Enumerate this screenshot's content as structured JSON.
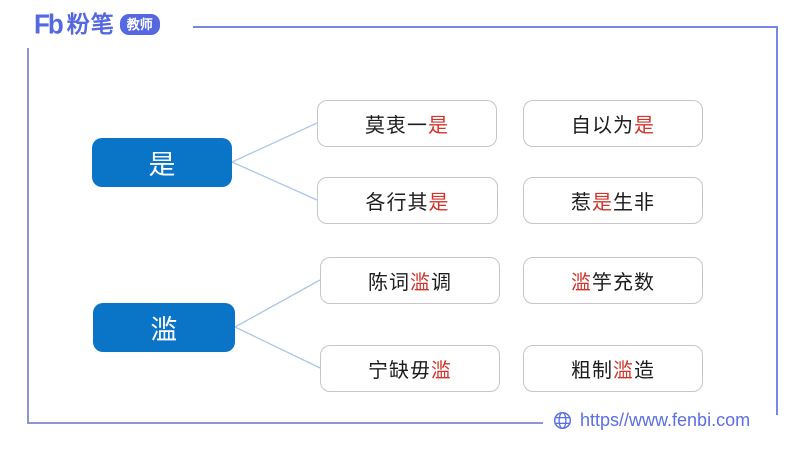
{
  "logo": {
    "mark": "Fb",
    "brand": "粉笔",
    "badge": "教师"
  },
  "colors": {
    "accent_blue": "#0a74c6",
    "highlight_red": "#d0342c",
    "periwinkle": "#5b6fe4",
    "frame": "#7688e6",
    "connector": "#a9c7e9",
    "box_border": "#c6c6c6"
  },
  "groups": [
    {
      "key": "是",
      "terms": [
        {
          "pre": "莫衷一",
          "hl": "是",
          "post": ""
        },
        {
          "pre": "自以为",
          "hl": "是",
          "post": ""
        },
        {
          "pre": "各行其",
          "hl": "是",
          "post": ""
        },
        {
          "pre": "惹",
          "hl": "是",
          "post": "生非"
        }
      ]
    },
    {
      "key": "滥",
      "terms": [
        {
          "pre": "陈词",
          "hl": "滥",
          "post": "调"
        },
        {
          "pre": "",
          "hl": "滥",
          "post": "竽充数"
        },
        {
          "pre": "宁缺毋",
          "hl": "滥",
          "post": ""
        },
        {
          "pre": "粗制",
          "hl": "滥",
          "post": "造"
        }
      ]
    }
  ],
  "footer": {
    "url": "https//www.fenbi.com"
  }
}
